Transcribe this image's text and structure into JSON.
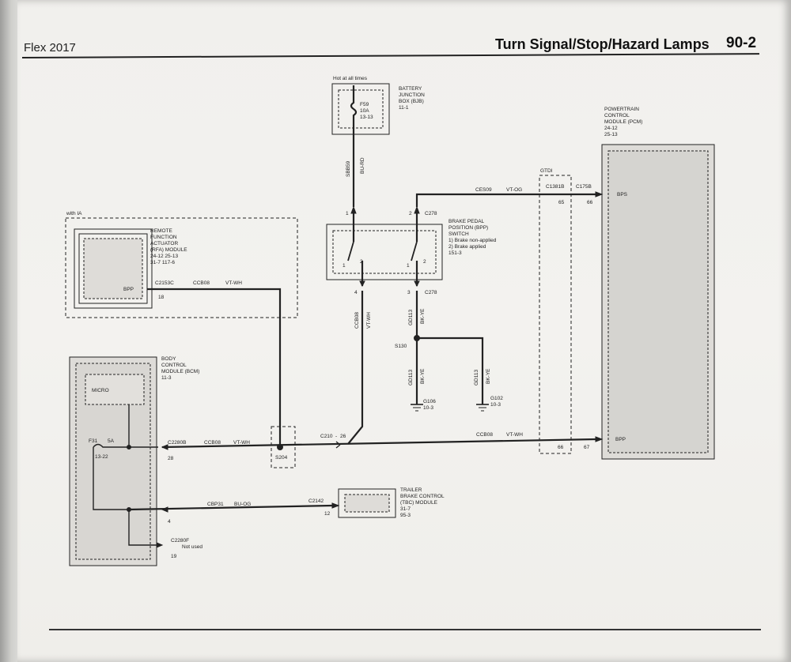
{
  "header": {
    "model": "Flex 2017",
    "title": "Turn Signal/Stop/Hazard Lamps",
    "page_number": "90-2"
  },
  "bjb": {
    "hot_label": "Hot at all times",
    "name": [
      "BATTERY",
      "JUNCTION",
      "BOX (BJB)",
      "11-1"
    ],
    "fuse": "F59",
    "fuse_rating": "10A",
    "fuse_ref": "13-13"
  },
  "bjb_wire": {
    "circuit": "SBB59",
    "color": "BU-RD"
  },
  "pcm": {
    "name": [
      "POWERTRAIN",
      "CONTROL",
      "MODULE (PCM)",
      "24-12",
      "25-13"
    ],
    "bps": "BPS",
    "bpp": "BPP"
  },
  "gtdi": {
    "label": "GTDI",
    "connector": "C1381B",
    "pin_top": "65",
    "pin_bottom": "66"
  },
  "pcm_connector": {
    "name": "C175B",
    "pin_top": "66",
    "pin_bottom": "67"
  },
  "bps_wire": {
    "circuit": "CES09",
    "color": "VT-OG"
  },
  "bpp_switch": {
    "name": [
      "BRAKE PEDAL",
      "POSITION (BPP)",
      "SWITCH"
    ],
    "notes": [
      "1) Brake non-applied",
      "2) Brake applied",
      "151-3"
    ],
    "connector": "C278",
    "pin1": "1",
    "pin2": "2",
    "pin3": "3",
    "pin4": "4",
    "contact_a": "1",
    "contact_b": "2",
    "contact_c": "1",
    "contact_d": "2"
  },
  "rfa": {
    "with_ia": "with IA",
    "name": [
      "REMOTE",
      "FUNCTION",
      "ACTUATOR",
      "(RFA) MODULE"
    ],
    "refs": [
      "24-12   25-13",
      "31-7     117-6"
    ],
    "bpp": "BPP",
    "connector": "C2153C",
    "pin": "18"
  },
  "rfa_wire": {
    "circuit": "CCB08",
    "color": "VT-WH"
  },
  "ccb08_vertical": {
    "circuit": "CCB08",
    "color": "VT-WH"
  },
  "gd113": {
    "circuit": "GD113",
    "color": "BK-YE"
  },
  "splice": "S130",
  "ground_left": {
    "circuit": "GD113",
    "color": "BK-YE",
    "name": "G106",
    "ref": "10-3"
  },
  "ground_right": {
    "circuit": "GD113",
    "color": "BK-YE",
    "name": "G102",
    "ref": "10-3"
  },
  "bcm": {
    "name": [
      "BODY",
      "CONTROL",
      "MODULE (BCM)",
      "11-3"
    ],
    "micro": "MICRO",
    "fuse": "F31",
    "fuse_rating": "5A",
    "fuse_ref": "13-22",
    "conn_main": "C2280B",
    "pin_main": "28",
    "pin_tbc": "4",
    "conn_unused": "C2280F",
    "not_used": "Not used",
    "pin_unused": "19"
  },
  "bcm_wire": {
    "circuit": "CCB08",
    "color": "VT-WH"
  },
  "s204": "S204",
  "c210": {
    "name": "C210",
    "pin": "26"
  },
  "main_wire": {
    "circuit": "CCB08",
    "color": "VT-WH"
  },
  "tbc_wire": {
    "circuit": "CBP31",
    "color": "BU-OG"
  },
  "tbc": {
    "connector": "C2142",
    "pin": "12",
    "name": [
      "TRAILER",
      "BRAKE CONTROL",
      "(TBC) MODULE",
      "31-7",
      "95-3"
    ]
  }
}
